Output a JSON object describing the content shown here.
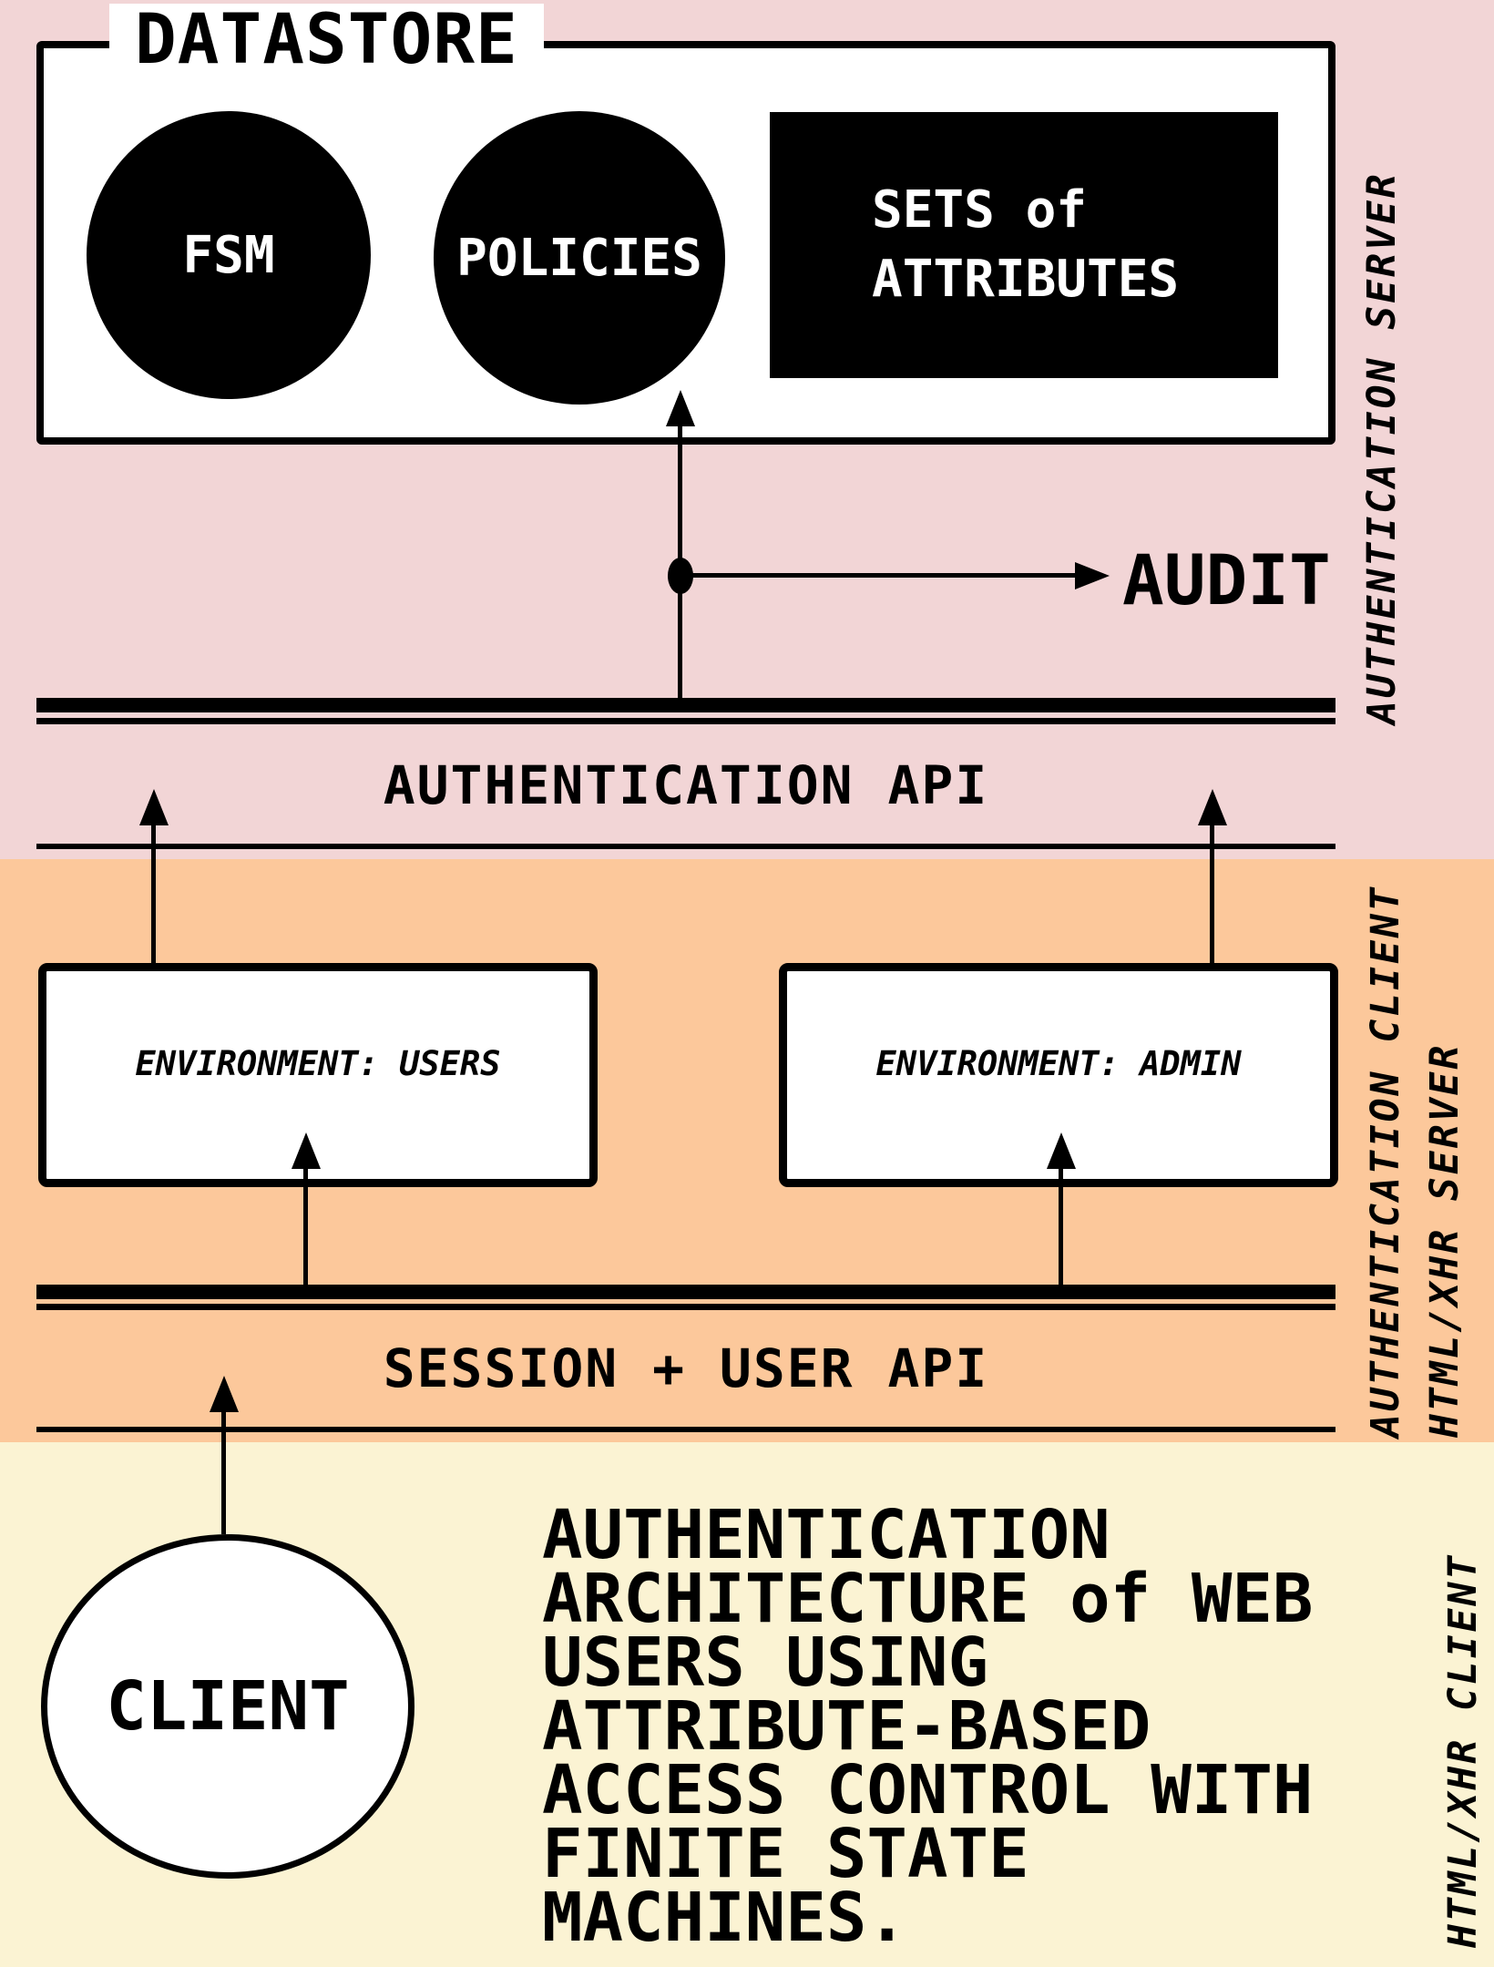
{
  "colors": {
    "server_bg": "#f2d5d6",
    "auth_client_bg": "#fcc89b",
    "client_bg": "#fbf3d3",
    "ink": "#000000",
    "paper": "#ffffff"
  },
  "datastore": {
    "title": "DATASTORE",
    "fsm_label": "FSM",
    "policies_label": "POLICIES",
    "attributes_line1": "SETS of",
    "attributes_line2": "ATTRIBUTES"
  },
  "audit_label": "AUDIT",
  "api_bands": {
    "auth_api_label": "AUTHENTICATION API",
    "session_api_label": "SESSION + USER API"
  },
  "environments": {
    "users_label": "ENVIRONMENT: USERS",
    "admin_label": "ENVIRONMENT: ADMIN"
  },
  "client_label": "CLIENT",
  "caption_lines": [
    "AUTHENTICATION",
    "ARCHITECTURE of WEB",
    "USERS USING",
    "ATTRIBUTE-BASED",
    "ACCESS CONTROL WITH",
    "FINITE STATE",
    "MACHINES."
  ],
  "side_labels": {
    "authentication_server": "AUTHENTICATION SERVER",
    "authentication_client": "AUTHENTICATION CLIENT",
    "html_xhr_server": "HTML/XHR SERVER",
    "html_xhr_client": "HTML/XHR CLIENT"
  }
}
